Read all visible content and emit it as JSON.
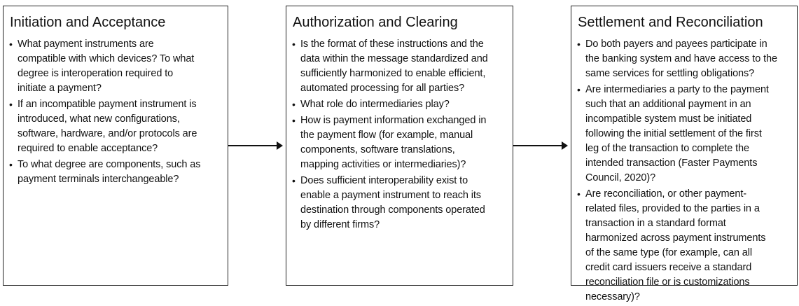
{
  "boxes": [
    {
      "title": "Initiation and Acceptance",
      "bullets": [
        [
          "What payment instruments are",
          "compatible with which devices? To what",
          "degree is interoperation required to",
          "initiate a payment?"
        ],
        [
          "If an incompatible payment instrument is",
          "introduced, what new configurations,",
          "software, hardware, and/or protocols are",
          "required to enable acceptance?"
        ],
        [
          "To what degree are components, such as",
          "payment terminals interchangeable?"
        ]
      ]
    },
    {
      "title": "Authorization and Clearing",
      "bullets": [
        [
          "Is the format of these instructions and the",
          "data within the message standardized and",
          "sufficiently harmonized to enable efficient,",
          "automated processing for all parties?"
        ],
        [
          "What role do intermediaries play?"
        ],
        [
          "How is payment information exchanged in",
          "the payment flow (for example, manual",
          "components, software translations,",
          "mapping activities or intermediaries)?"
        ],
        [
          " Does sufficient interoperability exist to",
          "enable a payment instrument to reach its",
          "destination through components operated",
          "by different firms?"
        ]
      ]
    },
    {
      "title": "Settlement and Reconciliation",
      "bullets": [
        [
          "Do both payers and payees participate in",
          "the banking system and have access to the",
          "same services for settling obligations?"
        ],
        [
          "Are intermediaries a party to the payment",
          "such that an additional payment in an",
          "incompatible system must be initiated",
          "following the initial settlement of the first",
          "leg of the transaction to complete  the",
          "intended transaction (Faster Payments",
          "Council, 2020)?"
        ],
        [
          "Are reconciliation, or other payment-",
          "related files, provided to the parties in a",
          "transaction in a standard format",
          "harmonized across payment instruments",
          "of the same type (for example, can all",
          "credit card issuers receive a standard",
          "reconciliation file or is customizations",
          "necessary)?"
        ]
      ]
    }
  ]
}
